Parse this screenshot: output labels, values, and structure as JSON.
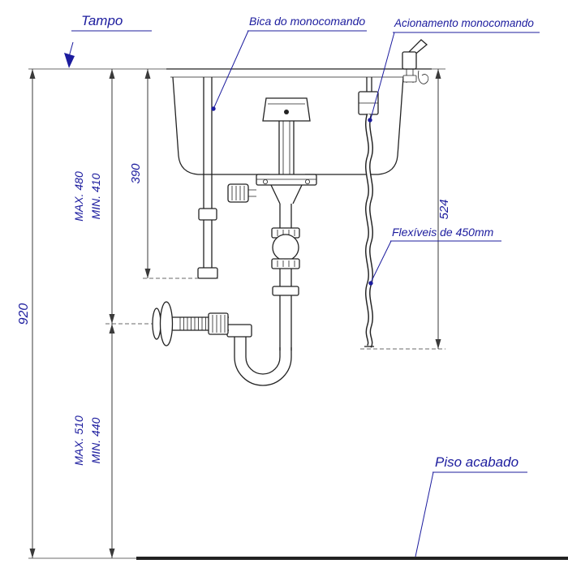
{
  "labels": {
    "tampo": "Tampo",
    "bica": "Bica do monocomando",
    "acionamento": "Acionamento monocomando",
    "flexiveis": "Flexíveis de 450mm",
    "piso": "Piso acabado"
  },
  "dims": {
    "total_height": "920",
    "upper_max": "MAX. 480",
    "upper_min": "MIN. 410",
    "spout_depth": "390",
    "right_drop": "524",
    "lower_max": "MAX. 510",
    "lower_min": "MIN. 440"
  },
  "colors": {
    "ink_blue": "#1c1c9e",
    "line_dark": "#222222",
    "dimension_line": "#3a3a3a"
  }
}
